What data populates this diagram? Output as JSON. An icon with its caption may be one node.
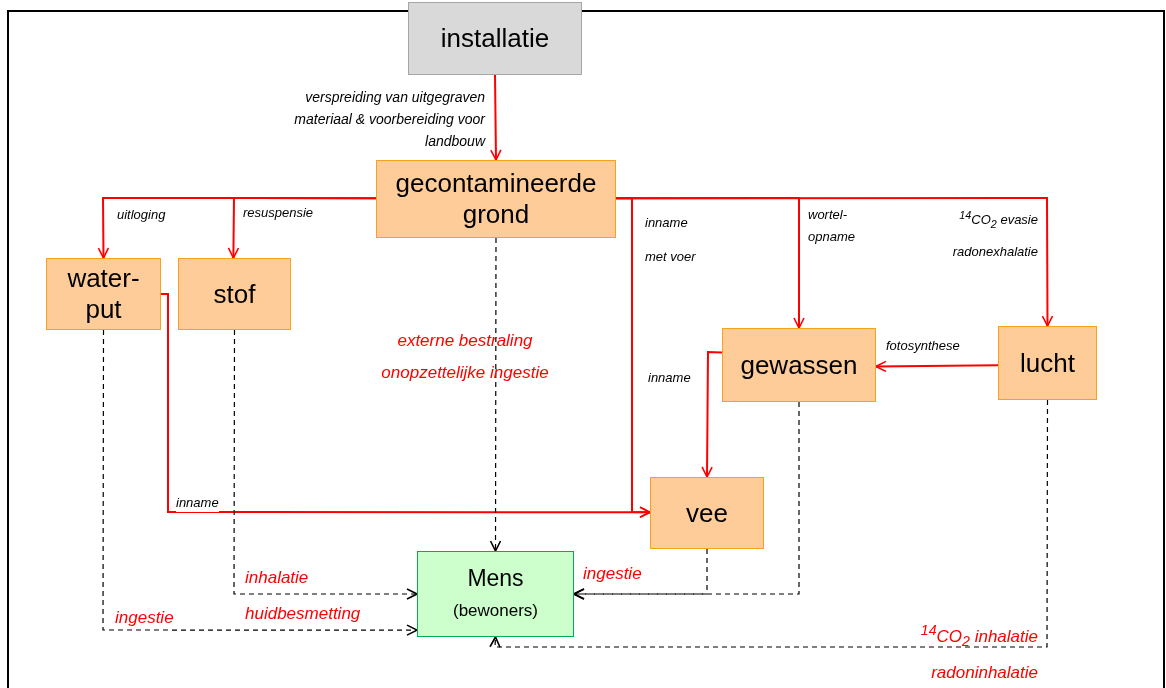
{
  "diagram": {
    "nodes": [
      {
        "text": [
          "installatie"
        ]
      },
      {
        "text": [
          "gecontamineerde grond"
        ]
      },
      {
        "text": [
          "water- put"
        ]
      },
      {
        "text": [
          "stof"
        ]
      },
      {
        "text": [
          "gewassen"
        ]
      },
      {
        "text": [
          "lucht"
        ]
      },
      {
        "text": [
          "vee"
        ]
      },
      {
        "text": [
          "Mens",
          "(bewoners)"
        ]
      }
    ],
    "edges": [
      {
        "from": 0,
        "to": 1,
        "arrow": "to",
        "label": "verspreiding van uitgegraven materiaal & voorbereiding voor landbouw"
      },
      {
        "from": 1,
        "to": 2,
        "arrow": "to",
        "label": "uitloging"
      },
      {
        "from": 1,
        "to": 3,
        "arrow": "to",
        "label": "resuspensie"
      },
      {
        "from": 1,
        "to": 6,
        "arrow": "to",
        "label": "inname met voer"
      },
      {
        "from": 1,
        "to": 4,
        "arrow": "to",
        "label": "wortel- opname"
      },
      {
        "from": 1,
        "to": 5,
        "arrow": "to",
        "label": "$^{14}$CO$_{2}$ evasie radonexhalatie"
      },
      {
        "from": 5,
        "to": 4,
        "arrow": "to",
        "label": "fotosynthese"
      },
      {
        "from": 4,
        "to": 6,
        "arrow": "to",
        "label": "inname"
      },
      {
        "from": 2,
        "to": 6,
        "arrow": "to",
        "label": "inname"
      },
      {
        "from": 1,
        "to": 7,
        "arrow": "to",
        "style": "dashed",
        "color": "#000000",
        "label": "externe bestraling onopzettelijke ingestie"
      },
      {
        "from": 3,
        "to": 7,
        "arrow": "to",
        "style": "dashed",
        "color": "#000000",
        "label": "inhalatie huidbesmetting"
      },
      {
        "from": 2,
        "to": 7,
        "arrow": "to",
        "style": "dashed",
        "color": "#000000",
        "label": "ingestie"
      },
      {
        "from": 6,
        "to": 7,
        "arrow": "to",
        "style": "dashed",
        "color": "#000000",
        "label": "ingestie"
      },
      {
        "from": 4,
        "to": 7,
        "arrow": "to",
        "style": "dashed",
        "color": "#000000"
      },
      {
        "from": 5,
        "to": 7,
        "arrow": "to",
        "style": "dashed",
        "color": "#000000",
        "label": "$^{14}$CO$_{2}$ inhalatie radoninhalatie"
      }
    ]
  }
}
